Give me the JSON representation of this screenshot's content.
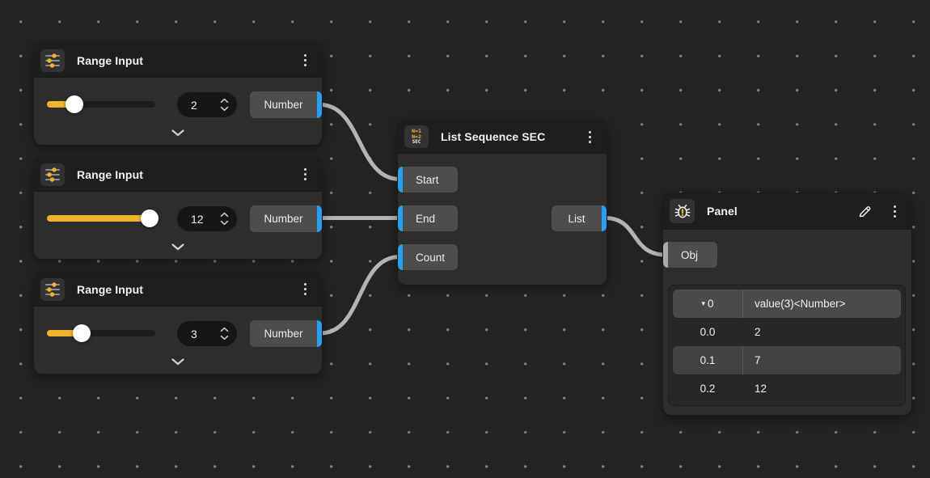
{
  "canvas": {
    "background": "#232323",
    "dot_color": "#858585",
    "accent_blue": "#2b9ff2",
    "accent_yellow": "#f0b42c",
    "wire_color": "#b4b4b4"
  },
  "icons": {
    "range_header": "sliders-icon",
    "list_header": "sequence-sec-icon",
    "panel_header": "bug-icon",
    "menu": "kebab-menu-icon",
    "edit": "pencil-icon",
    "collapse": "chevron-down-icon"
  },
  "range_inputs": [
    {
      "title": "Range Input",
      "value": "2",
      "output_label": "Number",
      "slider_percent": 25
    },
    {
      "title": "Range Input",
      "value": "12",
      "output_label": "Number",
      "slider_percent": 95
    },
    {
      "title": "Range Input",
      "value": "3",
      "output_label": "Number",
      "slider_percent": 32
    }
  ],
  "list_sequence": {
    "title": "List Sequence SEC",
    "icon": {
      "line1": "N=1",
      "line2": "N=2",
      "line3": "SEC"
    },
    "inputs": {
      "start": "Start",
      "end": "End",
      "count": "Count"
    },
    "output": "List"
  },
  "panel": {
    "title": "Panel",
    "input": "Obj",
    "table": {
      "header": {
        "arrow": "▾",
        "key": "0",
        "value": "value(3)<Number>"
      },
      "rows": [
        {
          "key": "0.0",
          "value": "2",
          "highlight": false
        },
        {
          "key": "0.1",
          "value": "7",
          "highlight": true
        },
        {
          "key": "0.2",
          "value": "12",
          "highlight": false
        }
      ]
    }
  }
}
